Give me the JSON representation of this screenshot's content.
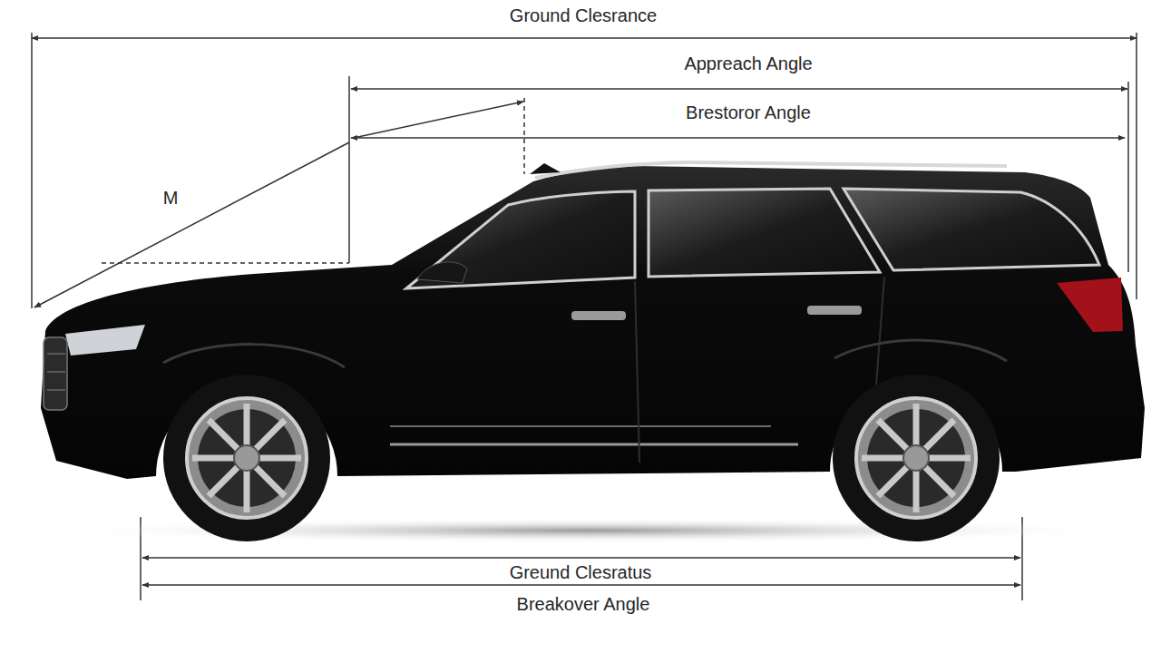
{
  "diagram": {
    "labels": [
      "Ground Clesrance",
      "Appreach Angle",
      "Brestoror Angle",
      "M",
      "Greund Clesratus",
      "Breakover Angle"
    ]
  }
}
